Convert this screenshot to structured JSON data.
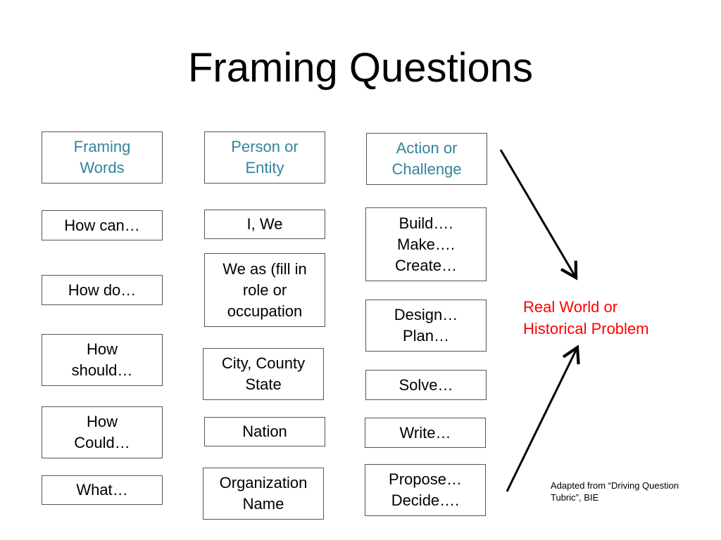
{
  "slide": {
    "title": "Framing Questions"
  },
  "columns": {
    "framing_words": {
      "header": "Framing\nWords",
      "items": [
        "How can…",
        "How do…",
        "How\nshould…",
        "How\nCould…",
        "What…"
      ]
    },
    "person_entity": {
      "header": "Person or\nEntity",
      "items": [
        "I, We",
        "We as (fill in\nrole or\noccupation",
        "City, County\nState",
        "Nation",
        "Organization\nName"
      ]
    },
    "action_challenge": {
      "header": "Action or\nChallenge",
      "items": [
        "Build….\nMake….\nCreate…",
        "Design…\nPlan…",
        "Solve…",
        "Write…",
        "Propose…\nDecide…."
      ]
    }
  },
  "target": {
    "label": "Real World or\nHistorical Problem"
  },
  "source_note": "Adapted from “Driving Question\nTubric”, BIE",
  "colors": {
    "header_text": "#31859c",
    "target_text": "#ff0000",
    "box_border": "#555555",
    "arrow": "#000000"
  }
}
